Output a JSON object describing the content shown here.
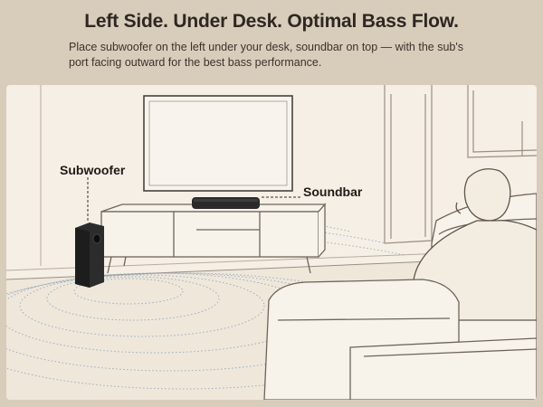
{
  "header": {
    "title": "Left Side. Under Desk. Optimal Bass Flow.",
    "subtitle": "Place subwoofer on the left under your desk, soundbar on top — with the sub's port facing outward for the best bass performance."
  },
  "labels": {
    "subwoofer": "Subwoofer",
    "soundbar": "Soundbar"
  },
  "colors": {
    "background": "#d8ccbb",
    "scene": "#f5efe5",
    "line": "#8f8478",
    "wave": "#8aa6bd",
    "device": "#2a2a2a"
  }
}
